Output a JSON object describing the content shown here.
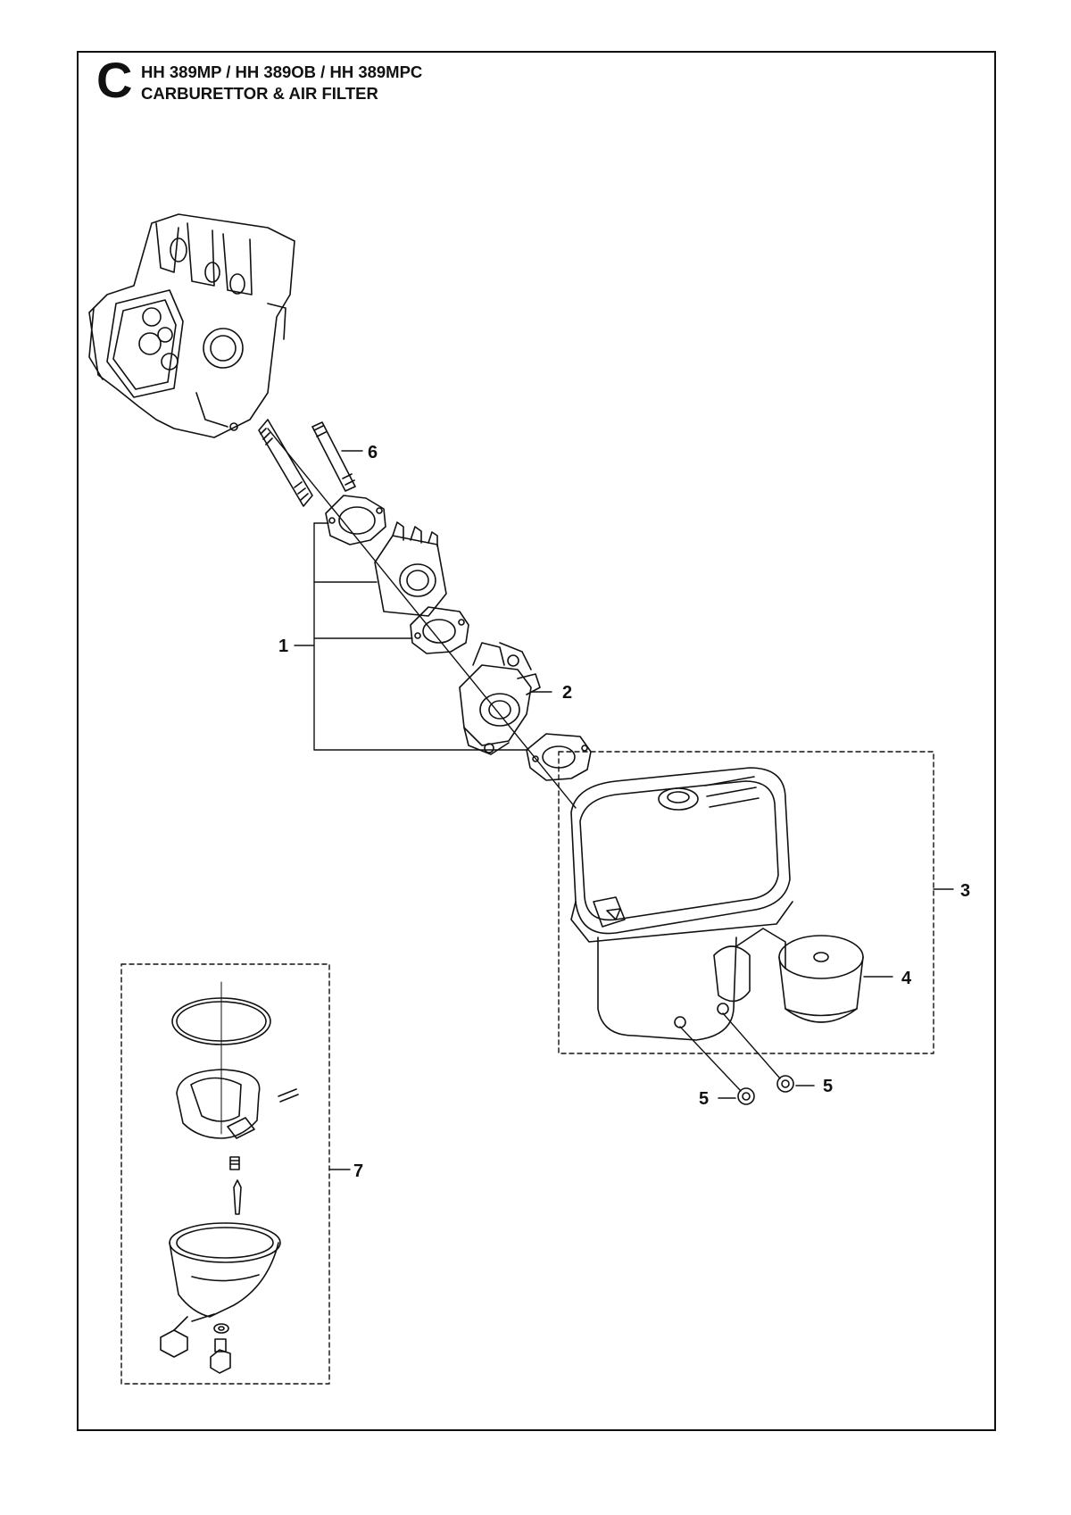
{
  "header": {
    "section_letter": "C",
    "models": "HH 389MP / HH 389OB / HH 389MPC",
    "title": "CARBURETTOR & AIR FILTER"
  },
  "callouts": {
    "c1": "1",
    "c2": "2",
    "c3": "3",
    "c4": "4",
    "c5a": "5",
    "c5b": "5",
    "c6": "6",
    "c7": "7"
  }
}
